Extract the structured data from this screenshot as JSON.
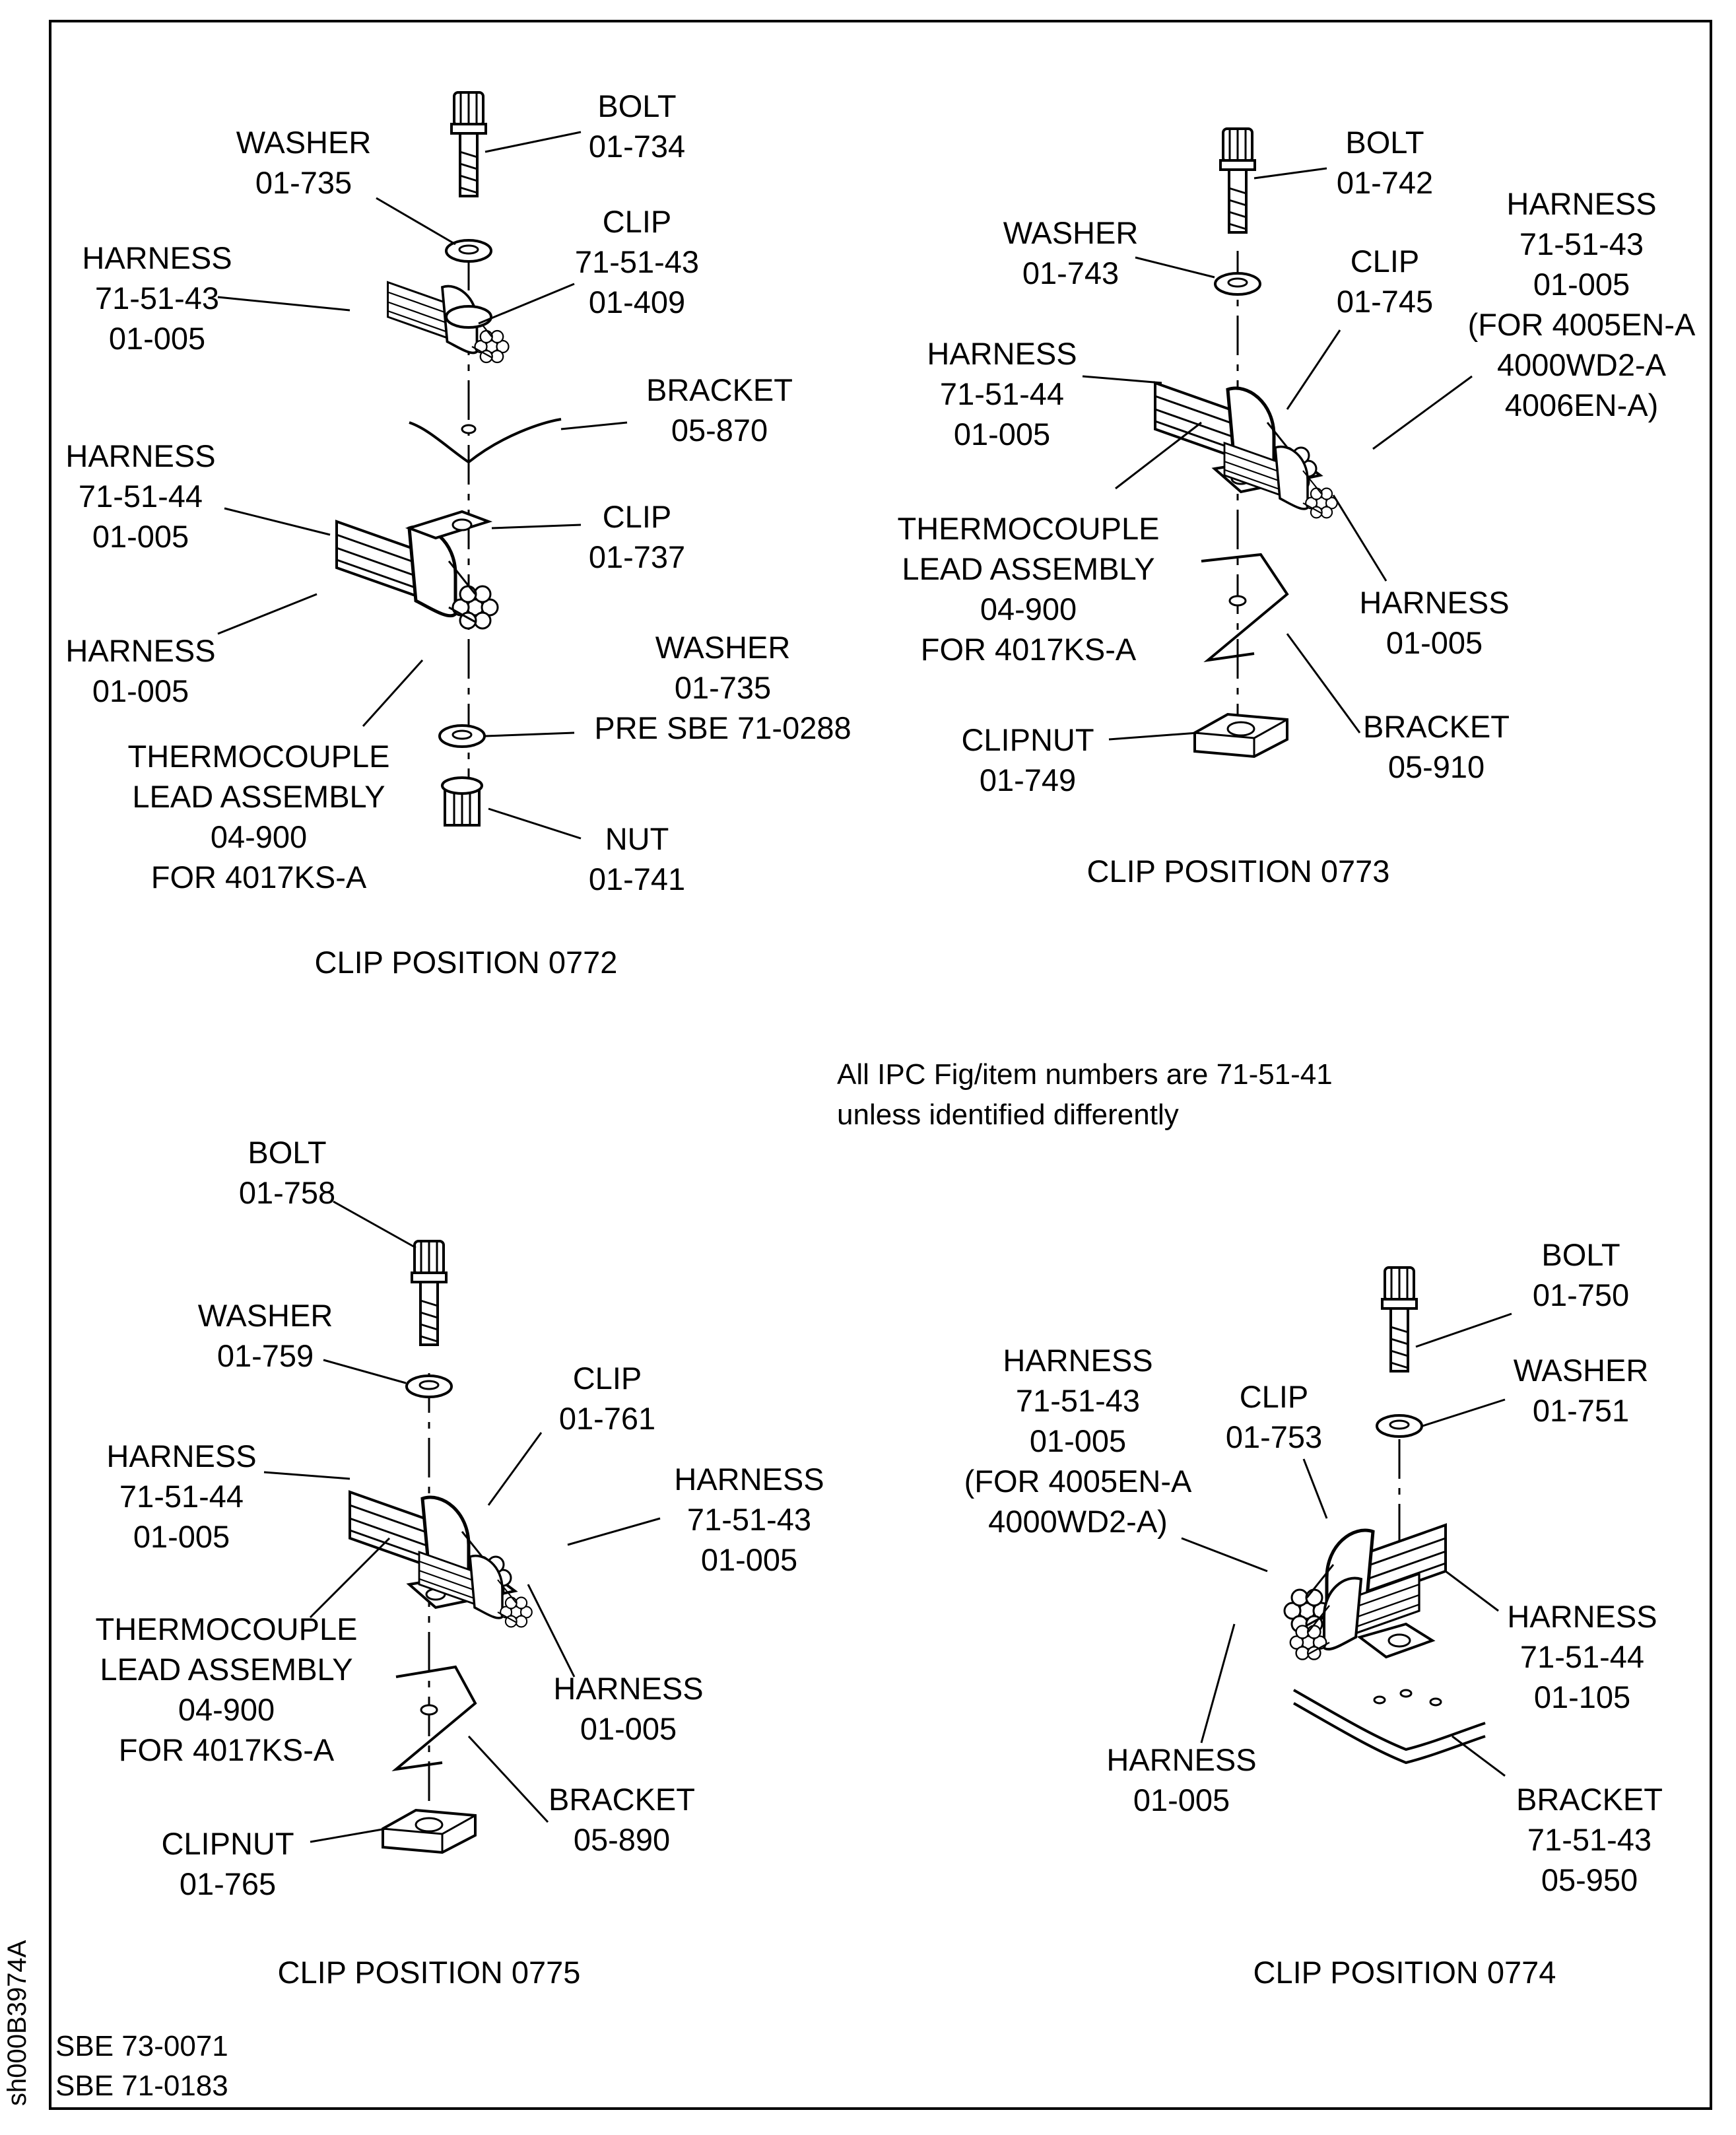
{
  "diagram": {
    "note": "All IPC Fig/item numbers are 71-51-41\nunless identified differently",
    "figure_id": "sh000B3974A",
    "sbe_refs": "SBE 73-0071\nSBE 71-0183",
    "positions": [
      {
        "title": "CLIP POSITION 0772",
        "labels": [
          {
            "id": "bolt",
            "text": "BOLT\n01-734"
          },
          {
            "id": "washer-top",
            "text": "WASHER\n01-735"
          },
          {
            "id": "harness-a",
            "text": "HARNESS\n71-51-43\n01-005"
          },
          {
            "id": "clip-small",
            "text": "CLIP\n71-51-43\n01-409"
          },
          {
            "id": "bracket",
            "text": "BRACKET\n05-870"
          },
          {
            "id": "harness-b",
            "text": "HARNESS\n71-51-44\n01-005"
          },
          {
            "id": "clip",
            "text": "CLIP\n01-737"
          },
          {
            "id": "harness-c",
            "text": "HARNESS\n01-005"
          },
          {
            "id": "washer-bottom",
            "text": "WASHER\n01-735\nPRE SBE 71-0288"
          },
          {
            "id": "thermocouple",
            "text": "THERMOCOUPLE\nLEAD ASSEMBLY\n04-900\nFOR 4017KS-A"
          },
          {
            "id": "nut",
            "text": "NUT\n01-741"
          }
        ]
      },
      {
        "title": "CLIP POSITION 0773",
        "labels": [
          {
            "id": "bolt",
            "text": "BOLT\n01-742"
          },
          {
            "id": "washer",
            "text": "WASHER\n01-743"
          },
          {
            "id": "clip",
            "text": "CLIP\n01-745"
          },
          {
            "id": "harness-a",
            "text": "HARNESS\n71-51-43\n01-005\n(FOR 4005EN-A\n4000WD2-A\n4006EN-A)"
          },
          {
            "id": "harness-b",
            "text": "HARNESS\n71-51-44\n01-005"
          },
          {
            "id": "thermocouple",
            "text": "THERMOCOUPLE\nLEAD ASSEMBLY\n04-900\nFOR 4017KS-A"
          },
          {
            "id": "harness-c",
            "text": "HARNESS\n01-005"
          },
          {
            "id": "bracket",
            "text": "BRACKET\n05-910"
          },
          {
            "id": "clipnut",
            "text": "CLIPNUT\n01-749"
          }
        ]
      },
      {
        "title": "CLIP POSITION 0775",
        "labels": [
          {
            "id": "bolt",
            "text": "BOLT\n01-758"
          },
          {
            "id": "washer",
            "text": "WASHER\n01-759"
          },
          {
            "id": "clip",
            "text": "CLIP\n01-761"
          },
          {
            "id": "harness-a",
            "text": "HARNESS\n71-51-44\n01-005"
          },
          {
            "id": "harness-b",
            "text": "HARNESS\n71-51-43\n01-005"
          },
          {
            "id": "thermocouple",
            "text": "THERMOCOUPLE\nLEAD ASSEMBLY\n04-900\nFOR 4017KS-A"
          },
          {
            "id": "harness-c",
            "text": "HARNESS\n01-005"
          },
          {
            "id": "bracket",
            "text": "BRACKET\n05-890"
          },
          {
            "id": "clipnut",
            "text": "CLIPNUT\n01-765"
          }
        ]
      },
      {
        "title": "CLIP POSITION 0774",
        "labels": [
          {
            "id": "bolt",
            "text": "BOLT\n01-750"
          },
          {
            "id": "washer",
            "text": "WASHER\n01-751"
          },
          {
            "id": "harness-a",
            "text": "HARNESS\n71-51-43\n01-005\n(FOR 4005EN-A\n4000WD2-A)"
          },
          {
            "id": "clip",
            "text": "CLIP\n01-753"
          },
          {
            "id": "harness-b",
            "text": "HARNESS\n71-51-44\n01-105"
          },
          {
            "id": "harness-c",
            "text": "HARNESS\n01-005"
          },
          {
            "id": "bracket",
            "text": "BRACKET\n71-51-43\n05-950"
          }
        ]
      }
    ]
  }
}
